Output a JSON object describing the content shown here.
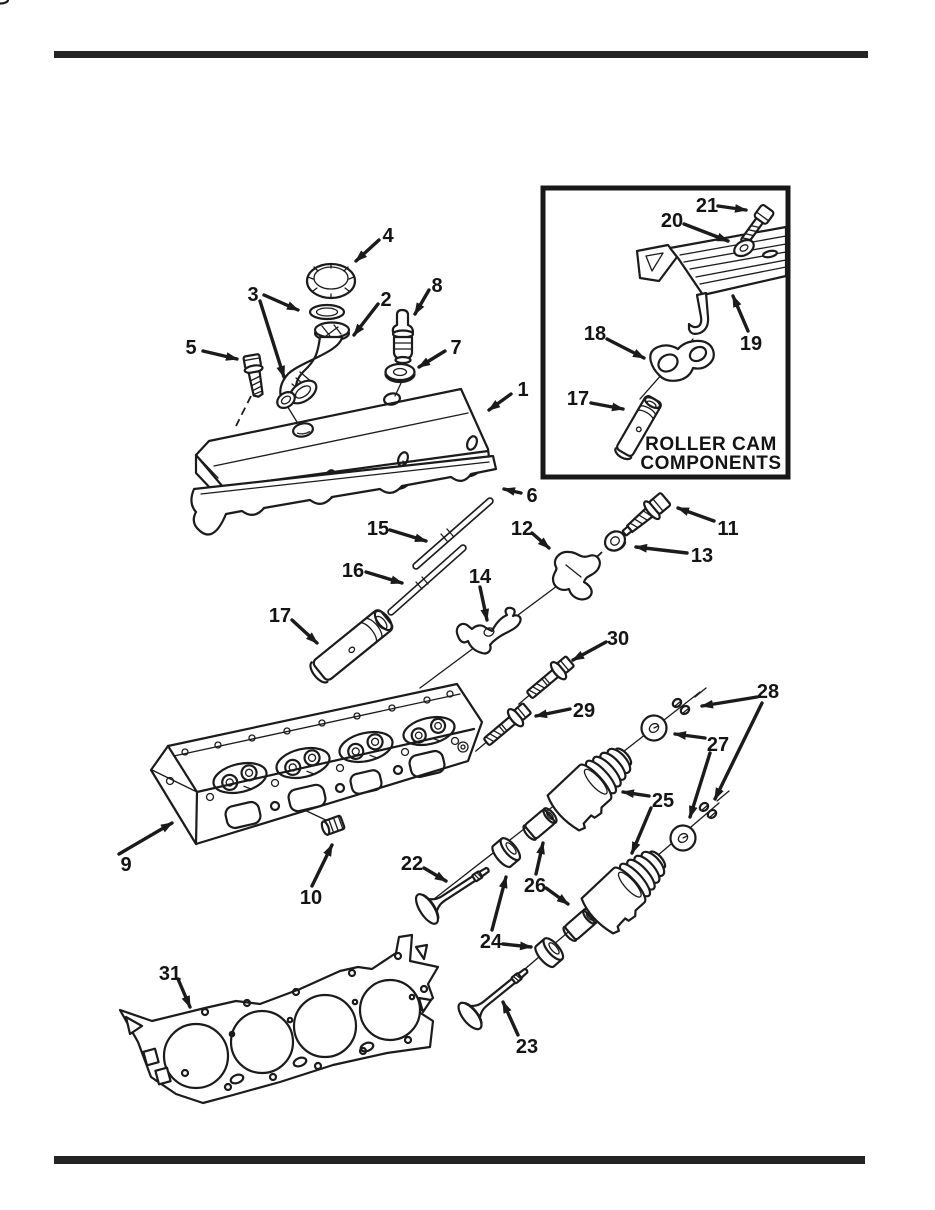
{
  "figure": {
    "callouts": {
      "1": "1",
      "2": "2",
      "3": "3",
      "4": "4",
      "5": "5",
      "6": "6",
      "7": "7",
      "8": "8",
      "9": "9",
      "10": "10",
      "11": "11",
      "12": "12",
      "13": "13",
      "14": "14",
      "15": "15",
      "16": "16",
      "17": "17",
      "18": "18",
      "19": "19",
      "20": "20",
      "21": "21",
      "22": "22",
      "23": "23",
      "24": "24",
      "25": "25",
      "26": "26",
      "27": "27",
      "28": "28",
      "29": "29",
      "30": "30",
      "31": "31"
    },
    "inset": {
      "caption_line1": "ROLLER CAM",
      "caption_line2": "COMPONENTS"
    },
    "colors": {
      "ink": "#1b1b1b",
      "paper": "#ffffff"
    }
  }
}
